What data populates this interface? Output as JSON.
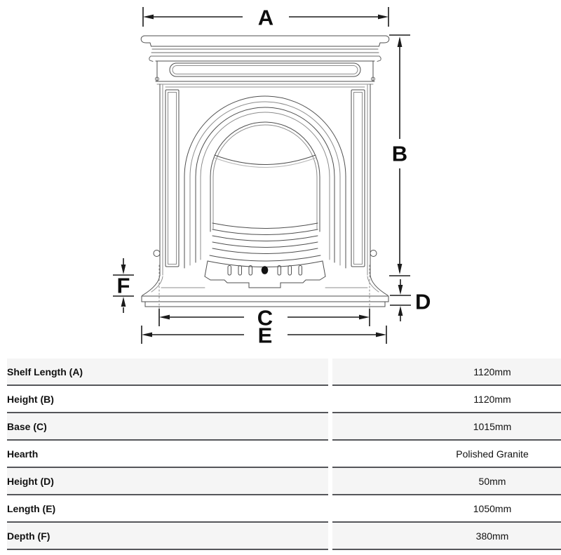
{
  "diagram": {
    "type": "fireplace-dimension-diagram",
    "labels": {
      "a": "A",
      "b": "B",
      "c": "C",
      "d": "D",
      "e": "E",
      "f": "F"
    }
  },
  "table": {
    "rows": [
      {
        "label": "Shelf Length (A)",
        "value": "1120mm"
      },
      {
        "label": "Height (B)",
        "value": "1120mm"
      },
      {
        "label": "Base (C)",
        "value": "1015mm"
      },
      {
        "label": "Hearth",
        "value": "Polished Granite"
      },
      {
        "label": "Height (D)",
        "value": "50mm"
      },
      {
        "label": "Length (E)",
        "value": "1050mm"
      },
      {
        "label": "Depth (F)",
        "value": "380mm"
      }
    ]
  },
  "colors": {
    "row_alt_bg": "#f5f5f5",
    "row_bg": "#ffffff",
    "row_border": "#55565a",
    "drawing_line": "#4f4f4f",
    "dimension_line": "#1b1b1b",
    "text": "#111111"
  }
}
